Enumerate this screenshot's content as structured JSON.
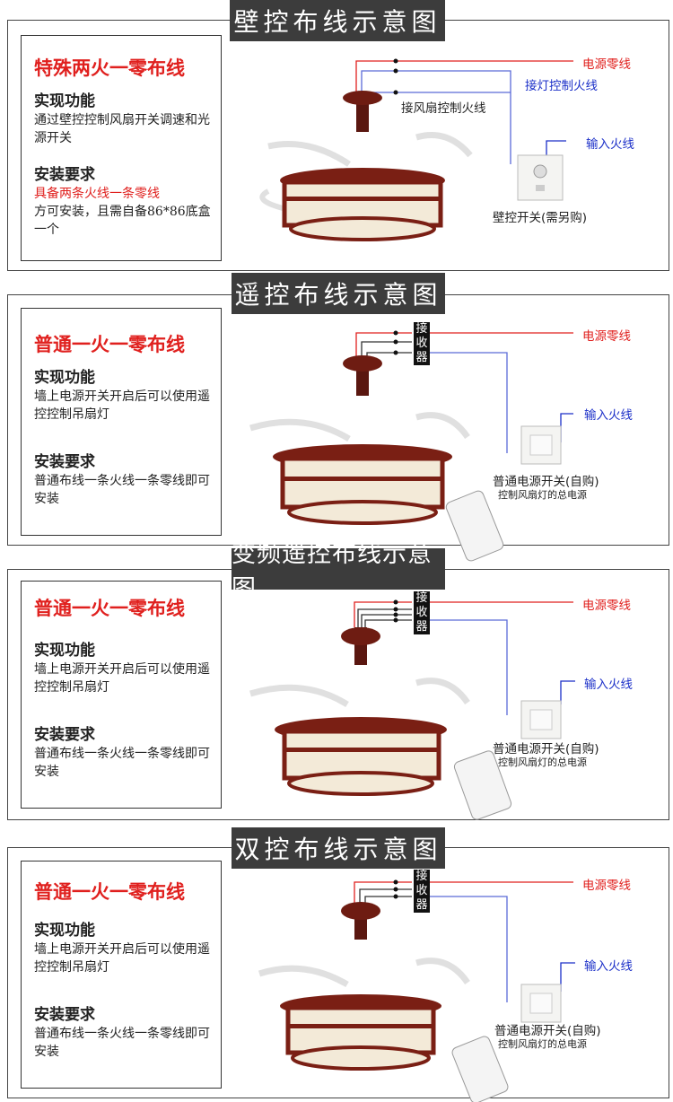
{
  "panels": [
    {
      "title": "壁控布线示意图",
      "heading": "特殊两火一零布线",
      "func_title": "实现功能",
      "func_text": "通过壁控控制风扇开关调速和光源开关",
      "req_title": "安装要求",
      "req_text_red": "具备两条火线一条零线",
      "req_text": "方可安装，且需自备86*86底盒一个",
      "label_neutral": "电源零线",
      "label_light": "接灯控制火线",
      "label_fan": "接风扇控制火线",
      "label_input": "输入火线",
      "label_switch": "壁控开关(需另购)"
    },
    {
      "title": "遥控布线示意图",
      "heading": "普通一火一零布线",
      "func_title": "实现功能",
      "func_text": "墙上电源开关开启后可以使用遥控控制吊扇灯",
      "req_title": "安装要求",
      "req_text": "普通布线一条火线一条零线即可安装",
      "receiver": "接收器",
      "label_neutral": "电源零线",
      "label_input": "输入火线",
      "label_switch": "普通电源开关(自购)",
      "label_switch_sub": "控制风扇灯的总电源"
    },
    {
      "title": "变频遥控布线示意图",
      "heading": "普通一火一零布线",
      "func_title": "实现功能",
      "func_text": "墙上电源开关开启后可以使用遥控控制吊扇灯",
      "req_title": "安装要求",
      "req_text": "普通布线一条火线一条零线即可安装",
      "receiver": "接收器",
      "label_neutral": "电源零线",
      "label_input": "输入火线",
      "label_switch": "普通电源开关(自购)",
      "label_switch_sub": "控制风扇灯的总电源"
    },
    {
      "title": "双控布线示意图",
      "heading": "普通一火一零布线",
      "func_title": "实现功能",
      "func_text": "墙上电源开关开启后可以使用遥控控制吊扇灯",
      "req_title": "安装要求",
      "req_text": "普通布线一条火线一条零线即可安装",
      "receiver": "接收器",
      "label_neutral": "电源零线",
      "label_input": "输入火线",
      "label_switch": "普通电源开关(自购)",
      "label_switch_sub": "控制风扇灯的总电源"
    }
  ],
  "colors": {
    "red": "#e0201e",
    "blue": "#1b2fc8",
    "wood": "#7a1f14",
    "tab": "#3c3c3c"
  }
}
